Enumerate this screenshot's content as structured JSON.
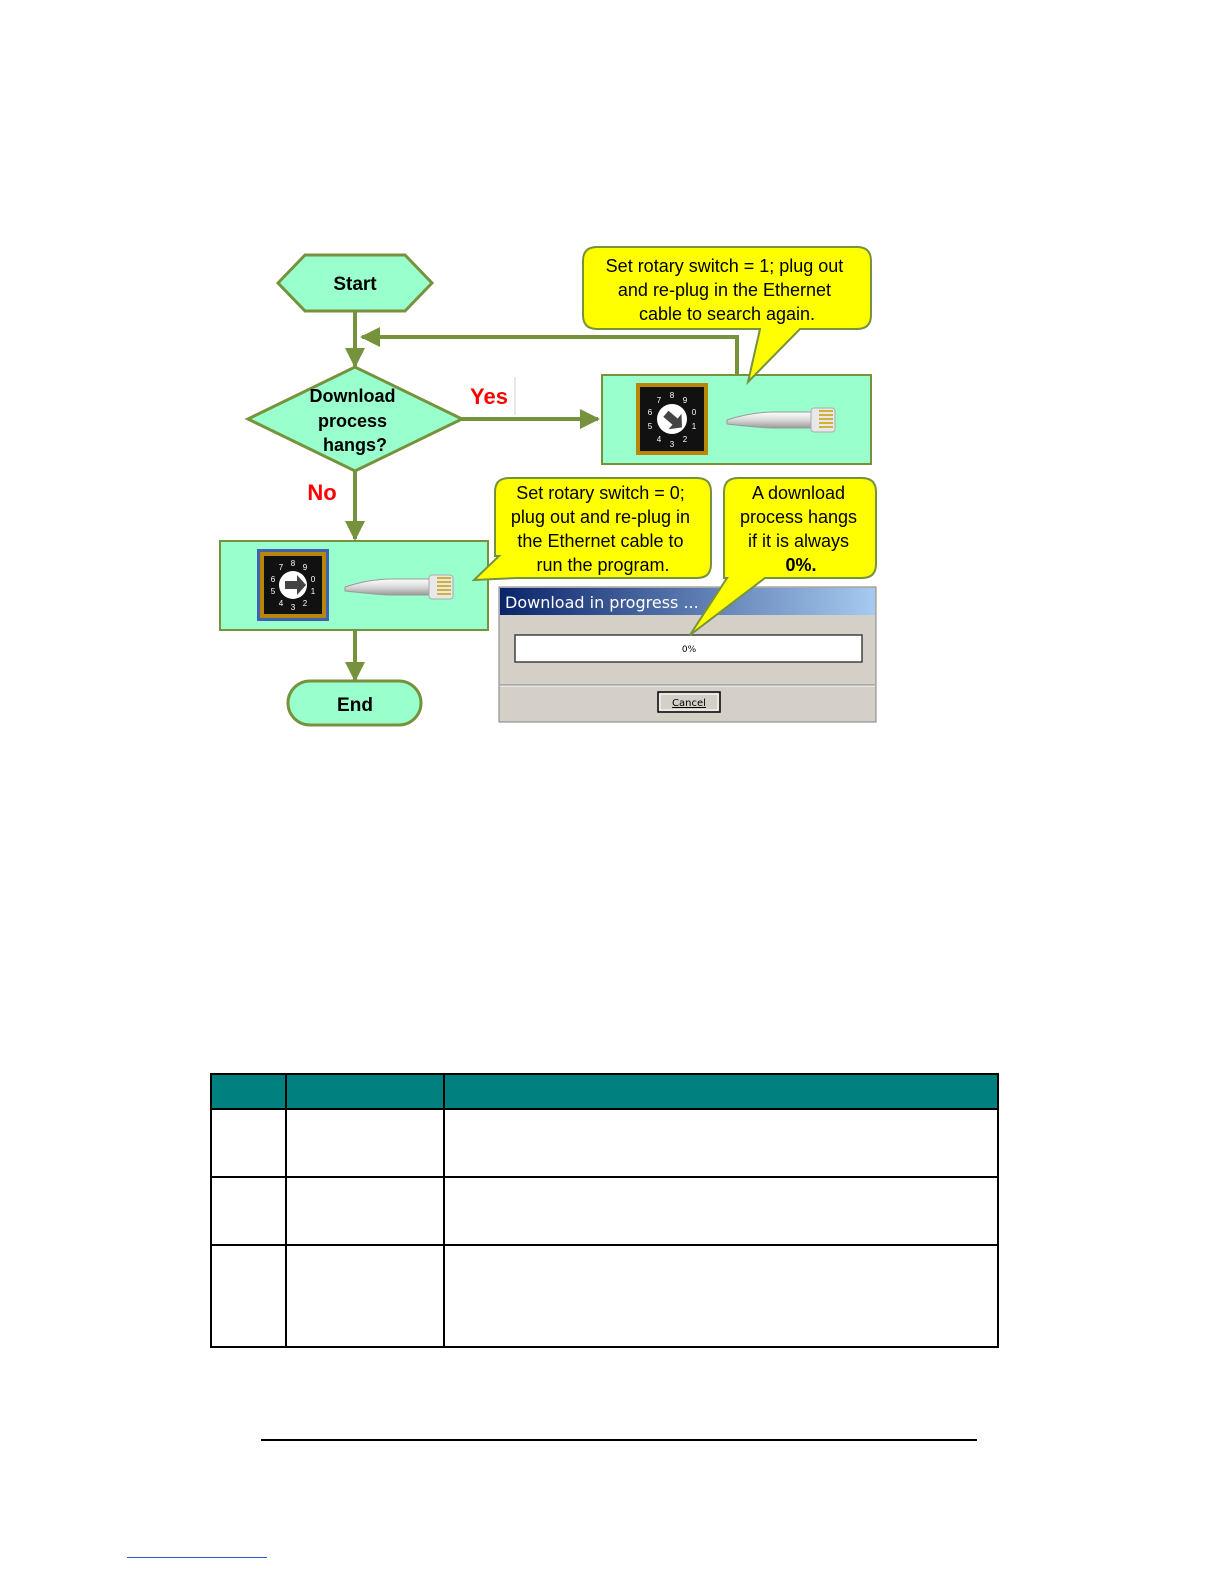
{
  "flowchart": {
    "start": "Start",
    "decision": [
      "Download",
      "process",
      "hangs?"
    ],
    "yes": "Yes",
    "no": "No",
    "end": "End",
    "callout_retry": [
      "Set rotary switch = 1;  plug out",
      "and re-plug in the Ethernet",
      "cable to search again."
    ],
    "callout_run": [
      "Set rotary switch = 0;",
      "plug out and re-plug in",
      "the Ethernet cable to",
      "run the program."
    ],
    "callout_hang": [
      "A download",
      "process hangs",
      "if it is always",
      "0%."
    ]
  },
  "rotary_switch": {
    "digits": [
      "7",
      "8",
      "9",
      "0",
      "1",
      "2",
      "3",
      "4",
      "5",
      "6"
    ]
  },
  "download_dialog": {
    "title": "Download in progress ...",
    "progress_percent": 0,
    "progress_text": "0%",
    "cancel_label": "Cancel"
  },
  "colors": {
    "node_fill": "#99ffcc",
    "node_stroke": "#76923c",
    "arrow": "#76923c",
    "callout_fill": "#ffff00",
    "label_red": "#ff0000",
    "table_header": "#00807f",
    "dialog_title": "#0a246a"
  }
}
